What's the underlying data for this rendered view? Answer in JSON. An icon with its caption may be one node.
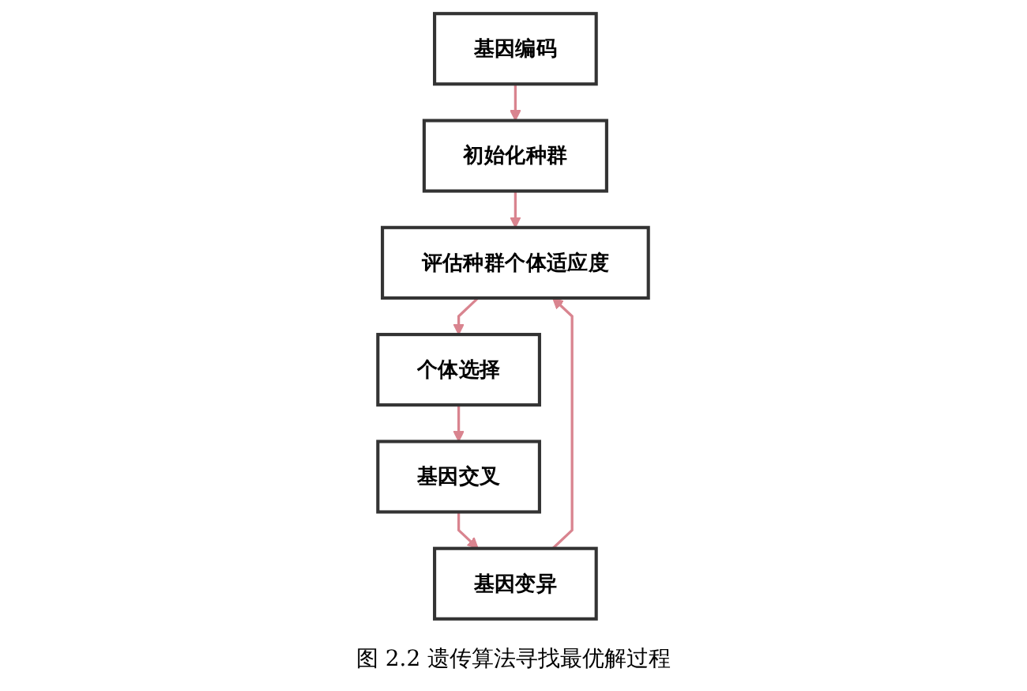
{
  "diagram": {
    "caption": "图 2.2 遗传算法寻找最优解过程",
    "nodes": [
      {
        "text": [
          "基因编码"
        ]
      },
      {
        "text": [
          "初始化种群"
        ]
      },
      {
        "text": [
          "评估种群个体适应度"
        ]
      },
      {
        "text": [
          "个体选择"
        ]
      },
      {
        "text": [
          "基因交叉"
        ]
      },
      {
        "text": [
          "基因变异"
        ]
      }
    ],
    "edges": [
      {
        "from": 0,
        "to": 1,
        "arrow": "to"
      },
      {
        "from": 1,
        "to": 2,
        "arrow": "to"
      },
      {
        "from": 2,
        "to": 3,
        "arrow": "to"
      },
      {
        "from": 3,
        "to": 4,
        "arrow": "to"
      },
      {
        "from": 4,
        "to": 5,
        "arrow": "to"
      },
      {
        "from": 5,
        "to": 2,
        "arrow": "to"
      }
    ]
  }
}
